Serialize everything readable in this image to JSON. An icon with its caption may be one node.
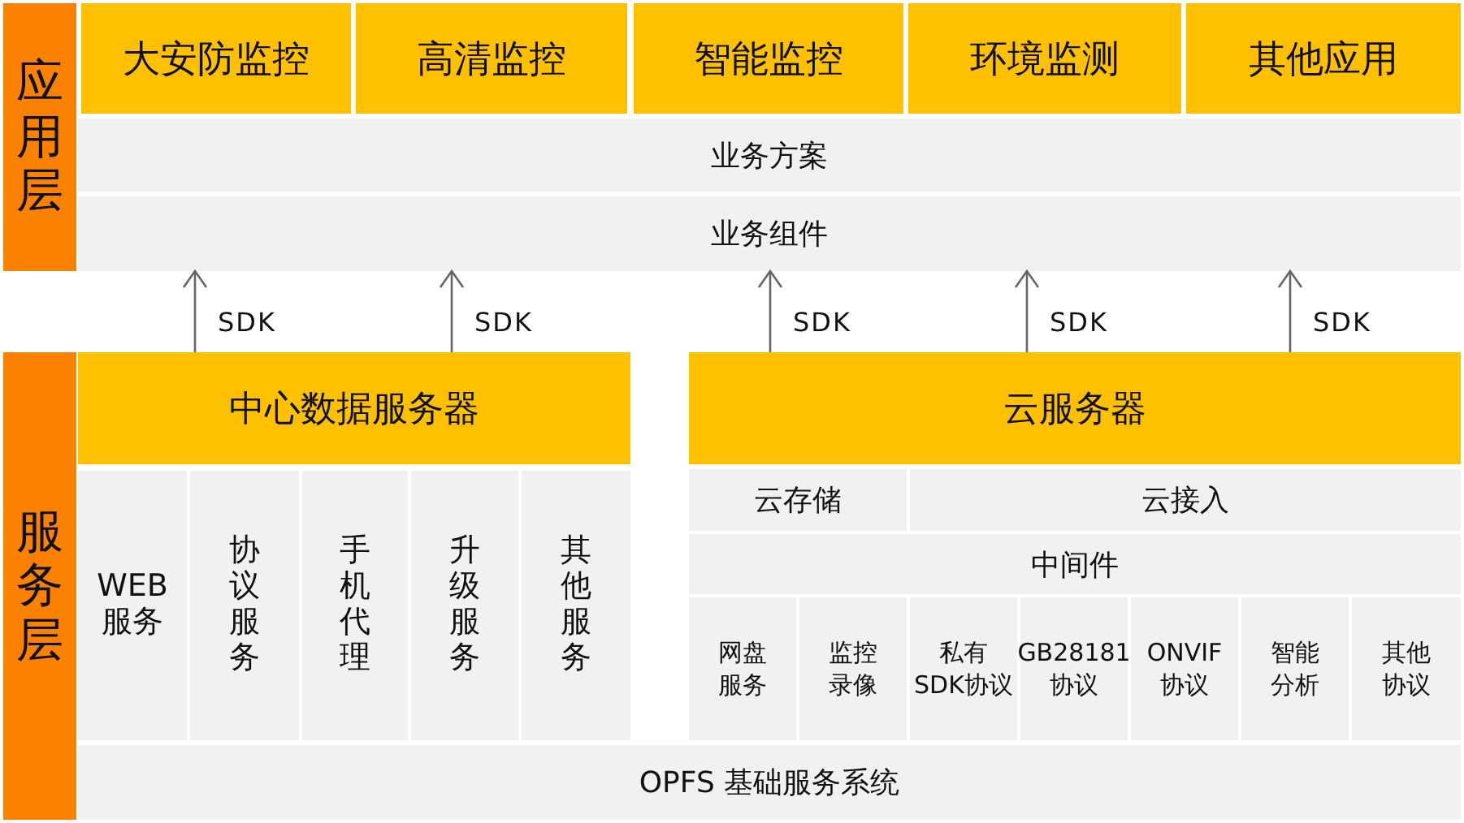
{
  "diagram": {
    "nodes": [
      {
        "text": [
          "应用层"
        ]
      },
      {
        "text": [
          "大安防监控"
        ]
      },
      {
        "text": [
          "高清监控"
        ]
      },
      {
        "text": [
          "智能监控"
        ]
      },
      {
        "text": [
          "环境监测"
        ]
      },
      {
        "text": [
          "其他应用"
        ]
      },
      {
        "text": [
          "业务方案"
        ]
      },
      {
        "text": [
          "业务组件"
        ]
      },
      {
        "text": [
          "服务层"
        ]
      },
      {
        "text": [
          "中心数据服务器"
        ]
      },
      {
        "text": [
          "WEB服务"
        ]
      },
      {
        "text": [
          "协议服务"
        ]
      },
      {
        "text": [
          "手机代理"
        ]
      },
      {
        "text": [
          "升级服务"
        ]
      },
      {
        "text": [
          "其他服务"
        ]
      },
      {
        "text": [
          "云服务器"
        ]
      },
      {
        "text": [
          "云存储"
        ]
      },
      {
        "text": [
          "云接入"
        ]
      },
      {
        "text": [
          "中间件"
        ]
      },
      {
        "text": [
          "网盘服务"
        ]
      },
      {
        "text": [
          "监控录像"
        ]
      },
      {
        "text": [
          "私有SDK协议"
        ]
      },
      {
        "text": [
          "GB28181协议"
        ]
      },
      {
        "text": [
          "ONVIF协议"
        ]
      },
      {
        "text": [
          "智能分析"
        ]
      },
      {
        "text": [
          "其他协议"
        ]
      },
      {
        "text": [
          "OPFS 基础服务系统"
        ]
      }
    ],
    "edges": [
      {
        "from": 9,
        "to": 7,
        "arrow": "to",
        "label": "SDK"
      },
      {
        "from": 9,
        "to": 7,
        "arrow": "to",
        "label": "SDK"
      },
      {
        "from": 15,
        "to": 7,
        "arrow": "to",
        "label": "SDK"
      },
      {
        "from": 15,
        "to": 7,
        "arrow": "to",
        "label": "SDK"
      },
      {
        "from": 15,
        "to": 7,
        "arrow": "to",
        "label": "SDK"
      }
    ]
  }
}
